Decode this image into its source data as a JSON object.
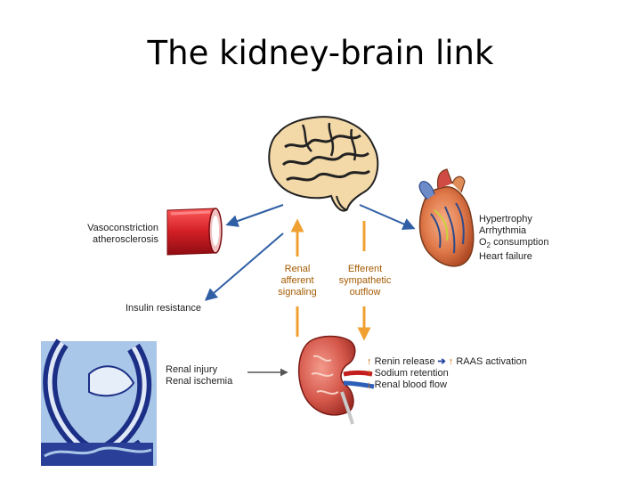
{
  "slide": {
    "title": "The kidney-brain link"
  },
  "labels": {
    "vessel_line1": "Vasoconstriction",
    "vessel_line2": "atherosclerosis",
    "insulin": "Insulin resistance",
    "renal_afferent_1": "Renal",
    "renal_afferent_2": "afferent",
    "renal_afferent_3": "signaling",
    "efferent_1": "Efferent",
    "efferent_2": "sympathetic",
    "efferent_3": "outflow",
    "heart_1": "Hypertrophy",
    "heart_2": "Arrhythmia",
    "heart_3_pre": "O",
    "heart_3_sub": "2",
    "heart_3_post": " consumption",
    "heart_4": "Heart failure",
    "renal_injury_1": "Renal injury",
    "renal_injury_2": "Renal ischemia",
    "kidney_1_a": "Renin release",
    "kidney_1_b": "RAAS activation",
    "kidney_2": "Sodium retention",
    "kidney_3": "Renal blood flow"
  },
  "colors": {
    "orange_arrow": "#f0a030",
    "blue_arrow": "#2f5fa5",
    "vessel_red": "#d21f26"
  },
  "icons": [
    "brain-icon",
    "heart-icon",
    "kidney-icon",
    "blood-vessel-icon",
    "ribbon-logo-icon"
  ]
}
